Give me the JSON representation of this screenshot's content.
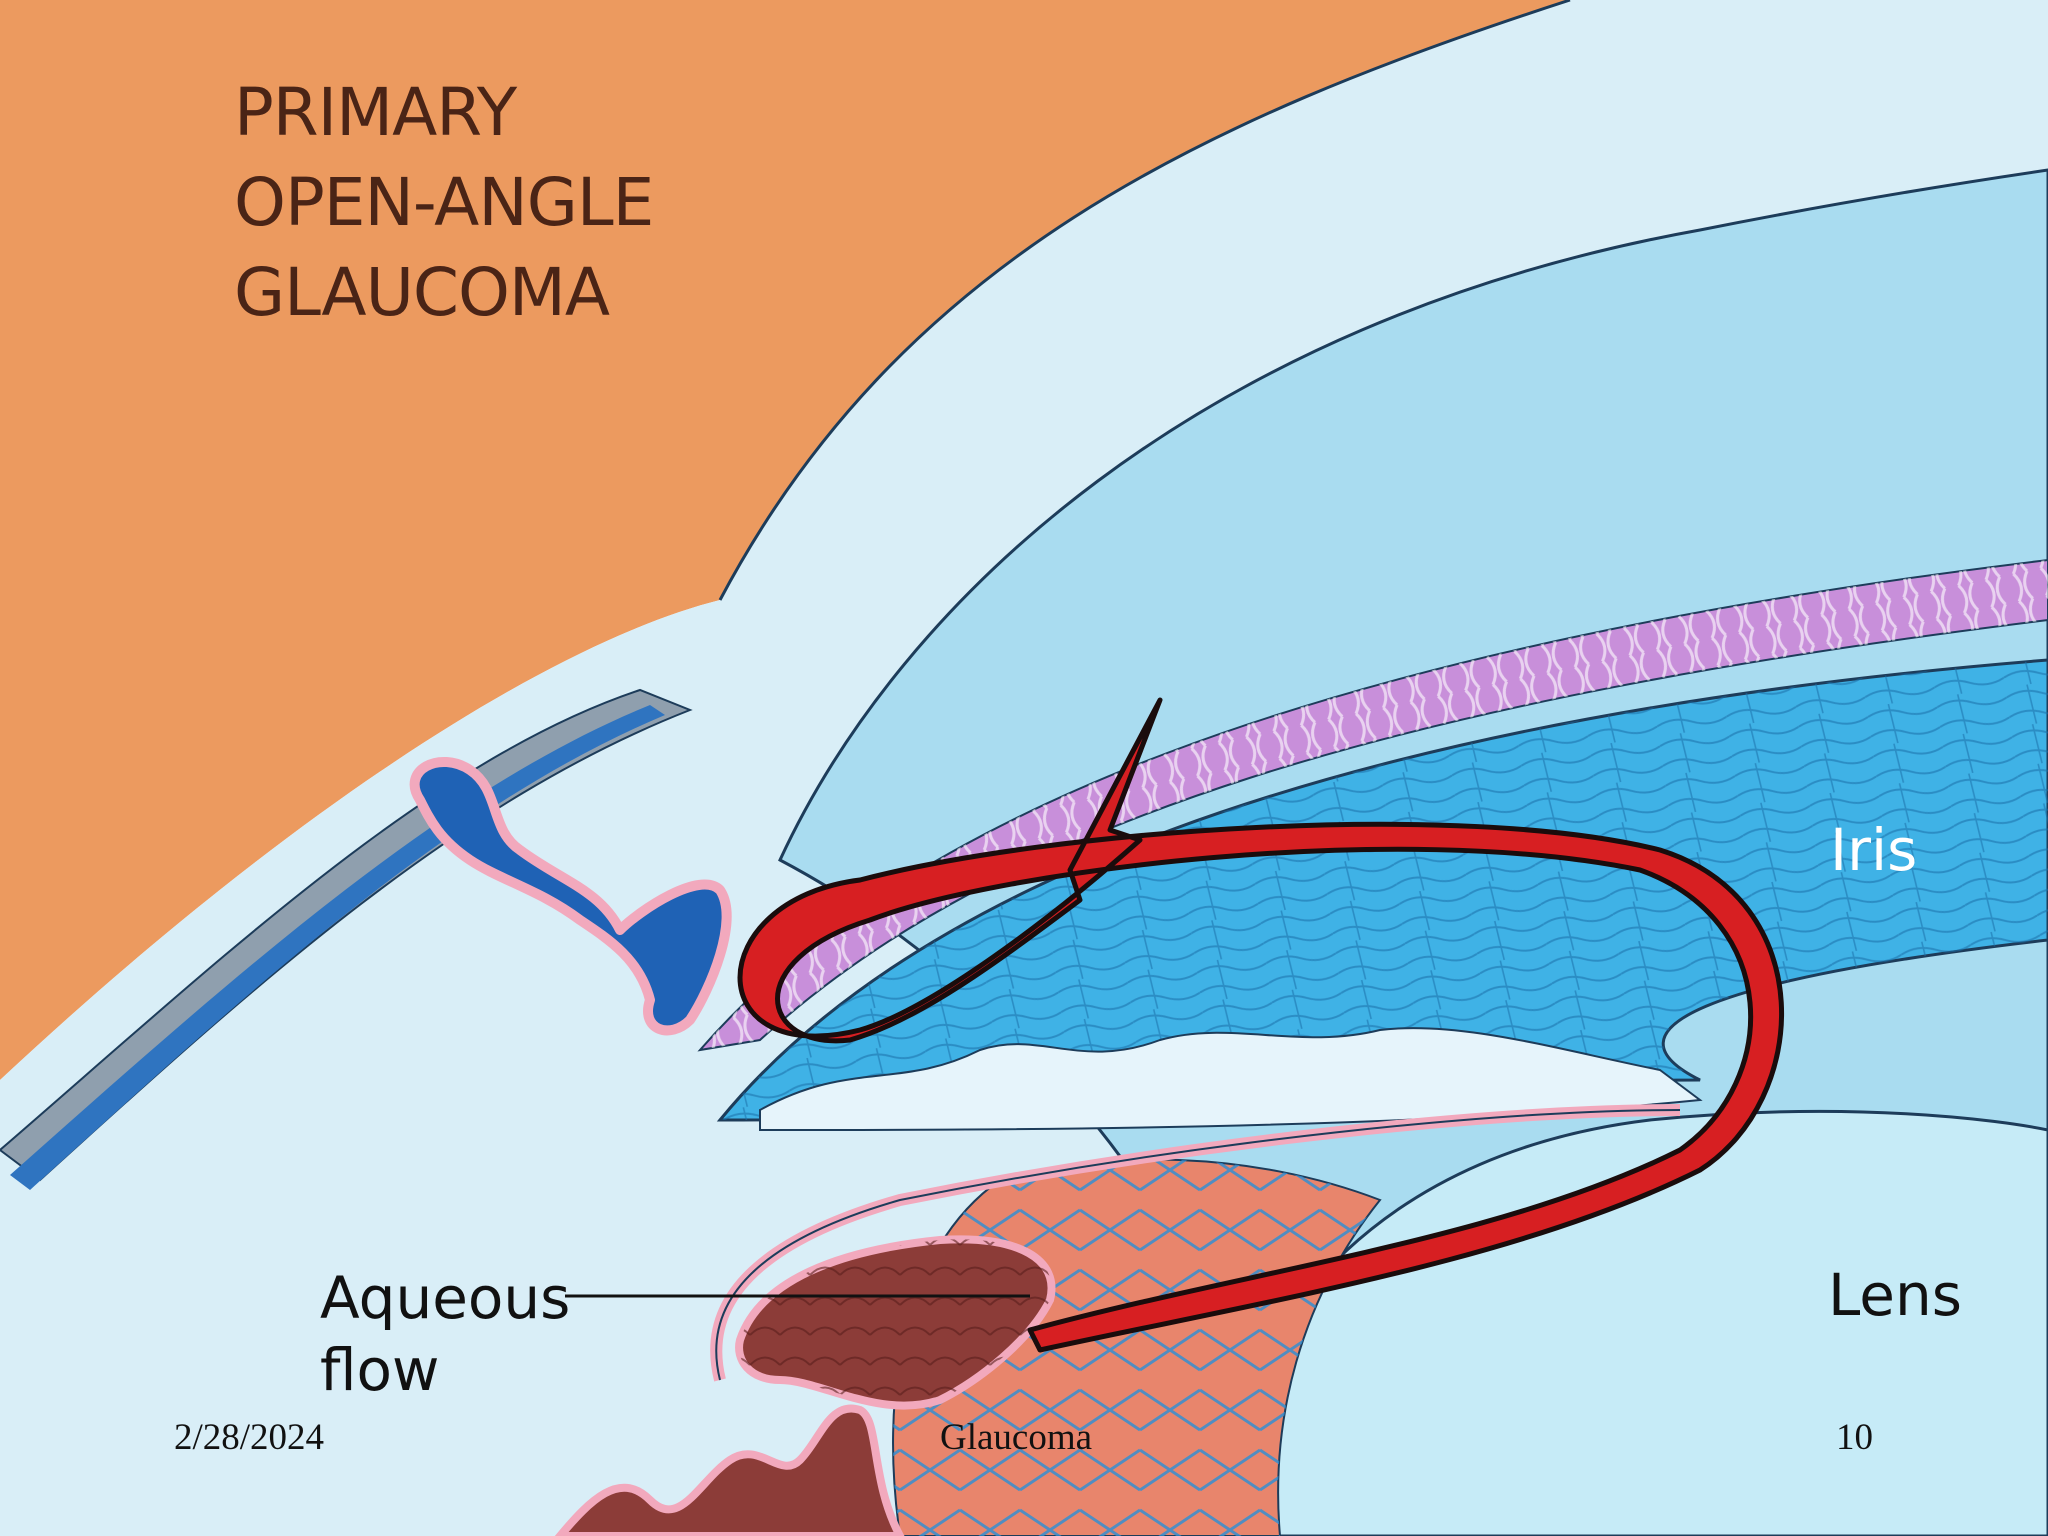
{
  "title": [
    "PRIMARY",
    "OPEN-ANGLE",
    "GLAUCOMA"
  ],
  "labels": {
    "iris": "Iris",
    "lens": "Lens",
    "aqueous_flow": [
      "Aqueous",
      "flow"
    ]
  },
  "footer": {
    "date": "2/28/2024",
    "center": "Glaucoma",
    "page": "10"
  },
  "colors": {
    "sclera_orange": "#ec9a5f",
    "cornea_pale": "#d9eef7",
    "chamber_blue": "#a9dcf0",
    "iris_blue": "#3fb2e6",
    "trabecular_purple": "#c88fda",
    "canal_blue": "#1f62b5",
    "flow_arrow_red": "#d71f22",
    "ciliary_red": "#e8856c",
    "ciliary_brown": "#8c3c38",
    "pink_border": "#f2a9bd"
  }
}
